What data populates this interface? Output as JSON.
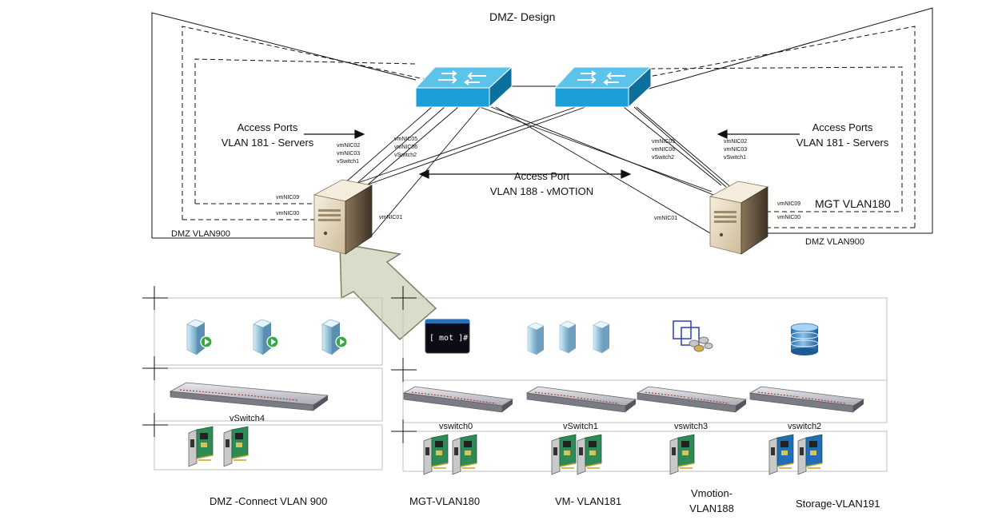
{
  "title": "DMZ- Design",
  "access_ports_left": {
    "line1": "Access Ports",
    "line2": "VLAN 181 - Servers"
  },
  "access_ports_right": {
    "line1": "Access Ports",
    "line2": "VLAN 181 - Servers"
  },
  "access_port_center": {
    "line1": "Access Port",
    "line2": "VLAN 188 - vMOTION"
  },
  "left_server": {
    "nic_group_a": [
      "vmNIC02",
      "vmNIC03",
      "vSwitch1"
    ],
    "nic_group_b": [
      "vmNIC05",
      "vmNIC06",
      "vSwitch2"
    ],
    "nic09": "vmNIC09",
    "nic00": "vmNIC00",
    "nic01": "vmNIC01",
    "dmz_label": "DMZ  VLAN900"
  },
  "right_server": {
    "nic_group_b": [
      "vmNIC05",
      "vmNIC06",
      "vSwitch2"
    ],
    "nic_group_a": [
      "vmNIC02",
      "vmNIC03",
      "vSwitch1"
    ],
    "nic09": "vmNIC09",
    "nic00": "vmNIC00",
    "nic01": "vmNIC01",
    "mgt_label": "MGT VLAN180",
    "dmz_label": "DMZ  VLAN900"
  },
  "console_text": "[ mot ]#",
  "vswitch_labels": {
    "vswitch4": "vSwitch4",
    "vswitch0": "vswitch0",
    "vswitch1": "vSwitch1",
    "vswitch3": "vswitch3",
    "vswitch2": "vswitch2"
  },
  "bottom_labels": {
    "dmz": "DMZ -Connect VLAN 900",
    "mgt": "MGT-VLAN180",
    "vm": "VM- VLAN181",
    "vmotion_1": "Vmotion-",
    "vmotion_2": "VLAN188",
    "storage": "Storage-VLAN191"
  },
  "colors": {
    "switch_top": "#5cc4ea",
    "switch_front": "#1a9fd8",
    "switch_side": "#0d6f9c",
    "server_body": "#e9dcc4",
    "server_side": "#6b5a45",
    "nic_board": "#2e8b57",
    "storage_nic_board": "#1f6fb8",
    "arrow_fill": "#d9dcc8",
    "arrow_stroke": "#7b8060"
  }
}
